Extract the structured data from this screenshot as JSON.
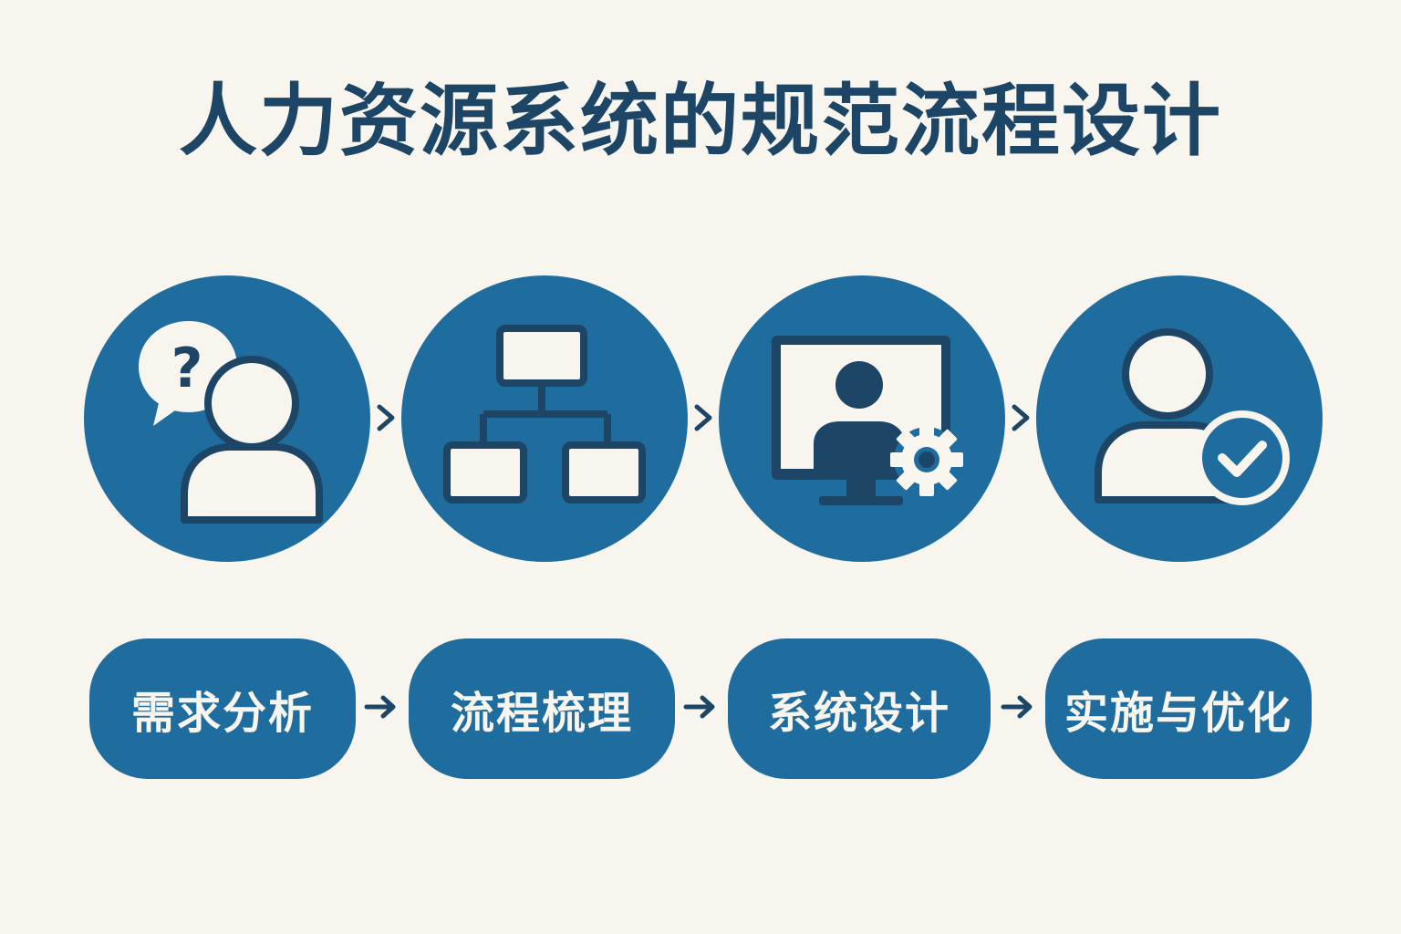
{
  "title": "人力资源系统的规范流程设计",
  "steps": [
    {
      "icon": "person-question-icon",
      "label": "需求分析"
    },
    {
      "icon": "flowchart-icon",
      "label": "流程梳理"
    },
    {
      "icon": "monitor-gear-icon",
      "label": "系统设计"
    },
    {
      "icon": "person-check-icon",
      "label": "实施与优化"
    }
  ],
  "colors": {
    "background": "#f8f5ef",
    "primary": "#1f6c9e",
    "title": "#1c4566",
    "icon_fill": "#f8f5ef",
    "icon_stroke": "#1c4566"
  }
}
